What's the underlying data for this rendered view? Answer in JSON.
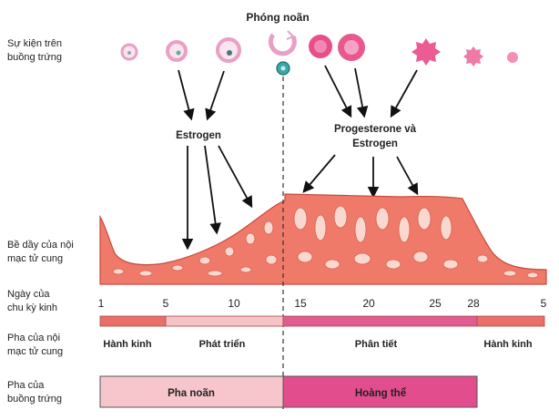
{
  "labels": {
    "ovulation": "Phóng noãn",
    "ovary_events": [
      "Sự kiện trên",
      "buồng trứng"
    ],
    "estrogen": "Estrogen",
    "progesterone": [
      "Progesterone và",
      "Estrogen"
    ],
    "endometrium_thickness": [
      "Bề dầy của nội",
      "mạc tử cung"
    ],
    "cycle_days": [
      "Ngày của",
      "chu kỳ kinh"
    ],
    "uterine_phase": [
      "Pha của nội",
      "mạc tử cung"
    ],
    "ovarian_phase": [
      "Pha của",
      "buồng trứng"
    ]
  },
  "day_ticks": [
    "1",
    "5",
    "10",
    "15",
    "20",
    "25",
    "28",
    "5"
  ],
  "uterine_phases": {
    "menstruation": "Hành kinh",
    "proliferative": "Phát triển",
    "secretory": "Phân tiết",
    "menstruation_end": "Hành kinh"
  },
  "ovarian_phases": {
    "follicular": "Pha noãn",
    "luteal": "Hoàng thể"
  },
  "colors": {
    "endometrium": "#f07a6a",
    "endometrium_light": "#f9c2b5",
    "menstrual_bar": "#e8706a",
    "proliferative_bar": "#f6c3c6",
    "secretory_bar": "#e25c92",
    "follicular_box": "#f7c6cc",
    "luteal_box": "#e24d8d",
    "follicle_pink": "#e8a0c4",
    "corpus_luteum": "#e84f8a",
    "egg": "#3aa8a6"
  }
}
